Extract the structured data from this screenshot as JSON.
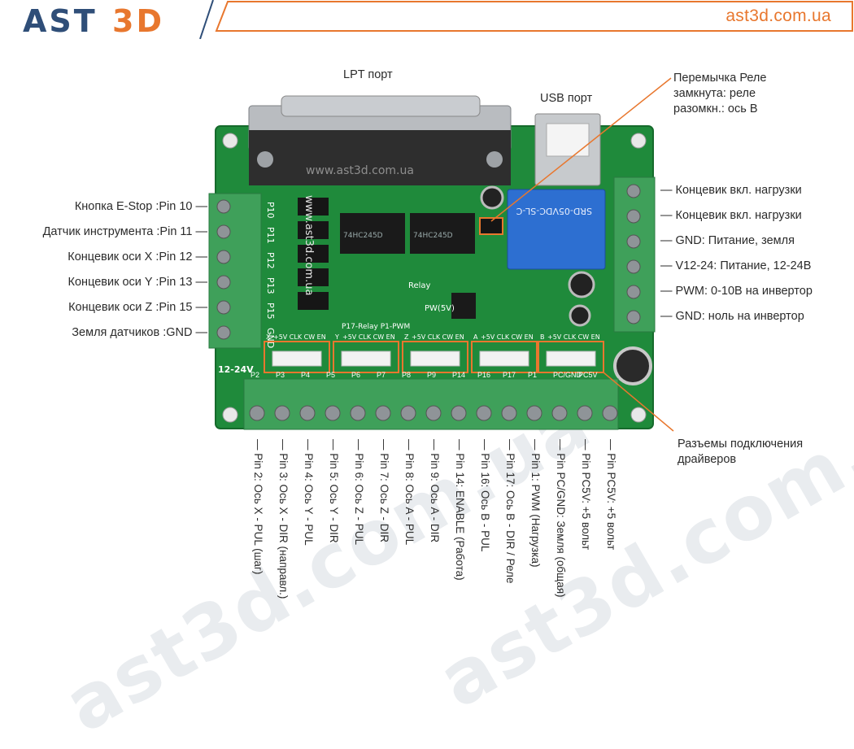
{
  "header": {
    "logo_part1": "AST",
    "logo_part2": "3D",
    "site": "ast3d.com.ua"
  },
  "top_labels": {
    "lpt": "LPT порт",
    "usb": "USB порт",
    "relay_jumper_line1": "Перемычка Реле",
    "relay_jumper_line2": "замкнута: реле",
    "relay_jumper_line3": "разомкн.: ось B"
  },
  "left_labels": [
    "Кнопка E-Stop :Pin 10 —",
    "Датчик инструмента :Pin 11 —",
    "Концевик оси X :Pin 12 —",
    "Концевик оси Y :Pin 13 —",
    "Концевик оси Z :Pin 15 —",
    "Земля датчиков :GND —"
  ],
  "right_labels": [
    "— Концевик вкл. нагрузки",
    "— Концевик вкл. нагрузки",
    "— GND: Питание, земля",
    "— V12-24: Питание, 12-24В",
    "— PWM: 0-10В на инвертор",
    "— GND: ноль на инвертор"
  ],
  "drivers_label_line1": "Разъемы подключения",
  "drivers_label_line2": "драйверов",
  "bottom_pins": [
    "— Pin 2: Ось X - PUL (шаг)",
    "— Pin 3: Ось X - DIR (направл.)",
    "— Pin 4: Ось Y - PUL",
    "— Pin 5: Ось Y - DIR",
    "— Pin 6: Ось Z - PUL",
    "— Pin 7: Ось Z - DIR",
    "— Pin 8: Ось A - PUL",
    "— Pin 9: Ось A - DIR",
    "— Pin 14: ENABLE (Работа)",
    "— Pin 16: Ось B - PUL",
    "— Pin 17: Ось B - DIR / Реле",
    "— Pin 1: PWM (Нагрузка)",
    "— Pin PC/GND: Земля (общая)",
    "— Pin PC5V: +5 вольт",
    "— Pin PC5V: +5 вольт"
  ],
  "board": {
    "silk_url": "www.ast3d.com.ua",
    "silk_url_vertical": "www.ast3d.com.ua",
    "left_pins": [
      "P10",
      "P11",
      "P12",
      "P13",
      "P15",
      "GND"
    ],
    "bottom_silk": [
      "P2",
      "P3",
      "P4",
      "P5",
      "P6",
      "P7",
      "P8",
      "P9",
      "P14",
      "P16",
      "P17",
      "P1",
      "PC/GND",
      "PC5V",
      ""
    ],
    "driver_headers": [
      "X",
      "Y",
      "Z",
      "A",
      "B"
    ],
    "driver_header_pins": "+5V CLK CW EN",
    "voltage": "12-24V",
    "relay_text": "SRD-05VDC-SL-C",
    "relay_label": "Relay",
    "pw_label": "PW(5V)",
    "p17_label": "P17-Relay P1-PWM",
    "chip1": "74HC245D",
    "chip2": "74HC245D"
  },
  "colors": {
    "accent": "#e8772e",
    "logo_blue": "#2f4e78",
    "pcb": "#1f8a3b",
    "terminal": "#3fa05a"
  },
  "watermarks": [
    "ast3d.com.ua",
    "ast3d.com.ua"
  ]
}
